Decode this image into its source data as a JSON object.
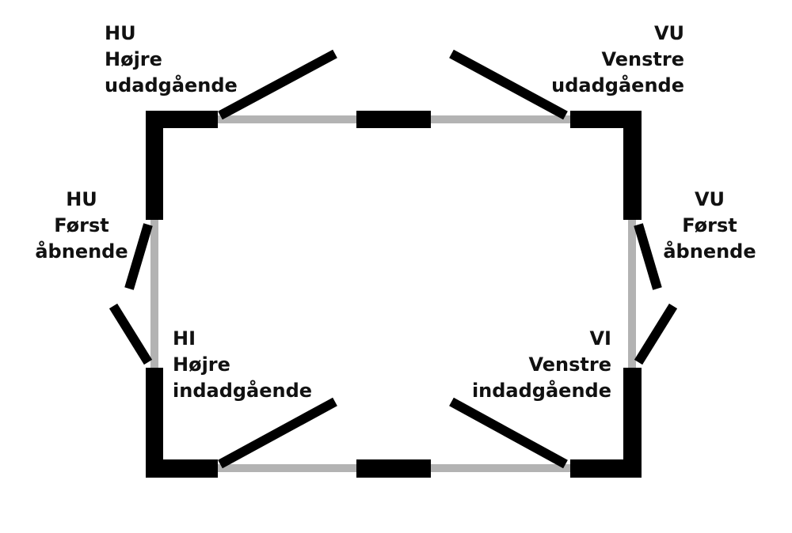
{
  "colors": {
    "wall": "#000000",
    "glass": "#b3b3b3",
    "text": "#111111",
    "background": "#ffffff"
  },
  "labels": {
    "top_left": {
      "lines": [
        "HU",
        "Højre",
        "udadgående"
      ]
    },
    "top_right": {
      "lines": [
        "VU",
        "Venstre",
        "udadgående"
      ]
    },
    "left_middle": {
      "lines": [
        "HU",
        "Først",
        "åbnende"
      ]
    },
    "right_middle": {
      "lines": [
        "VU",
        "Først",
        "åbnende"
      ]
    },
    "bottom_left": {
      "lines": [
        "HI",
        "Højre",
        "indadgående"
      ]
    },
    "bottom_right": {
      "lines": [
        "VI",
        "Venstre",
        "indadgående"
      ]
    }
  }
}
